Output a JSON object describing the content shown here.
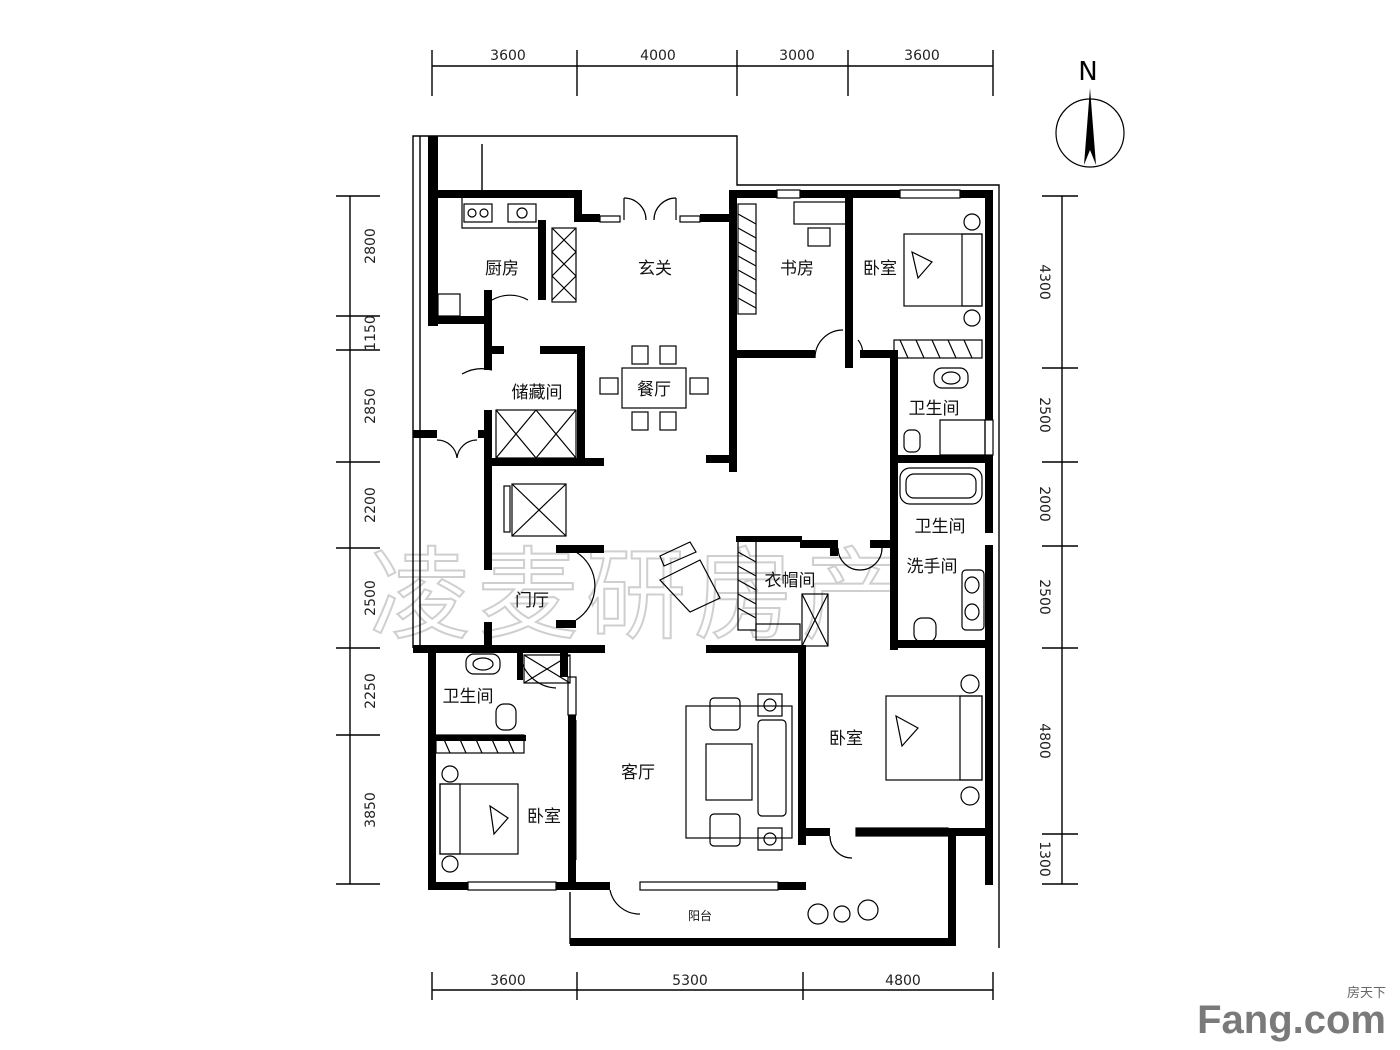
{
  "north_label": "N",
  "dimensions": {
    "top": [
      "3600",
      "4000",
      "3000",
      "3600"
    ],
    "bottom": [
      "3600",
      "5300",
      "4800"
    ],
    "left": [
      "2800",
      "1150",
      "2850",
      "2200",
      "2500",
      "2250",
      "3850"
    ],
    "right": [
      "4300",
      "2500",
      "2000",
      "2500",
      "4800",
      "1300"
    ]
  },
  "rooms": {
    "kitchen": "厨房",
    "entrance": "玄关",
    "study": "书房",
    "bedroom_ne": "卧室",
    "dining": "餐厅",
    "storage": "储藏间",
    "bath_e1": "卫生间",
    "bath_e2": "卫生间",
    "washroom": "洗手间",
    "cloakroom": "衣帽间",
    "foyer": "门厅",
    "bath_sw": "卫生间",
    "living": "客厅",
    "bedroom_se": "卧室",
    "bedroom_sw": "卧室",
    "balcony": "阳台"
  },
  "watermark": "凌麦研房产",
  "brand": {
    "sub": "房天下",
    "main": "Fang.com"
  }
}
